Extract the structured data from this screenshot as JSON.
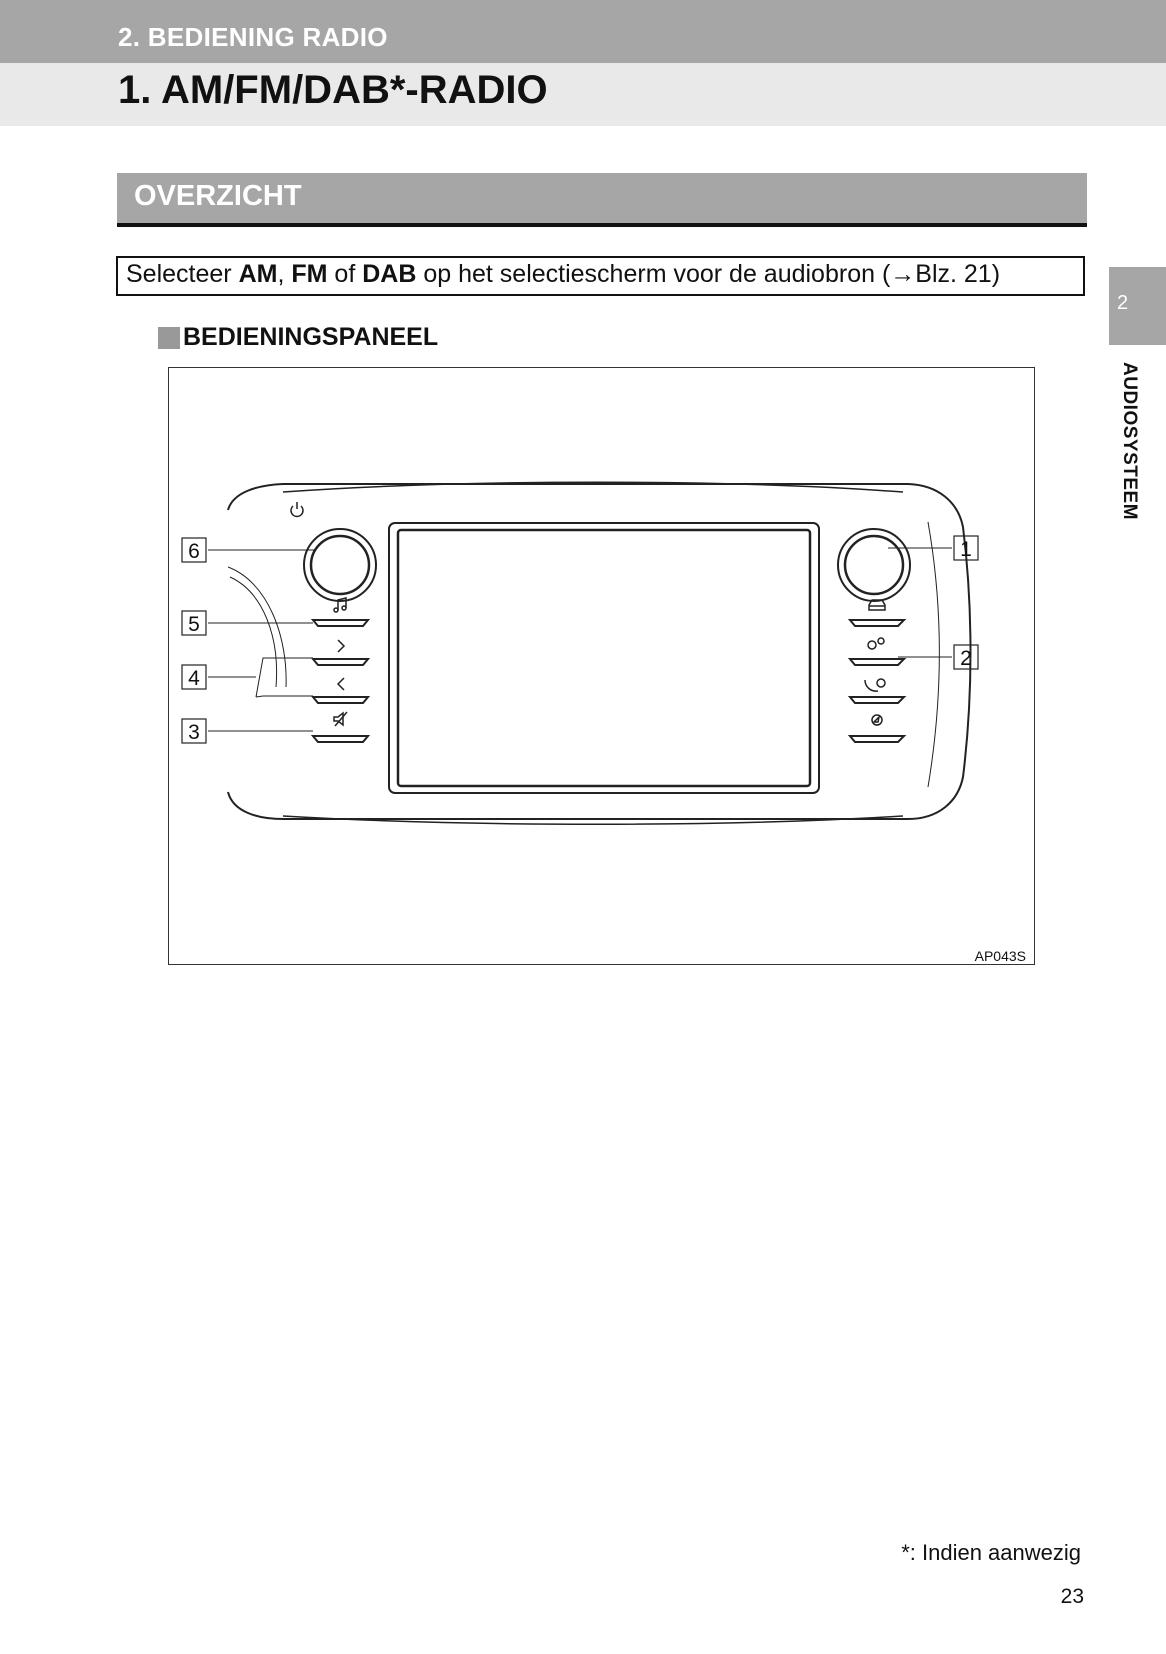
{
  "header": {
    "section": "2. BEDIENING RADIO",
    "title": "1. AM/FM/DAB*-RADIO"
  },
  "side_tab": {
    "number": "2",
    "label": "AUDIOSYSTEEM"
  },
  "overview": {
    "heading": "OVERZICHT"
  },
  "note": {
    "prefix": "Selecteer ",
    "am": "AM",
    "sep1": ", ",
    "fm": "FM",
    "sep2": " of ",
    "dab": "DAB",
    "suffix": " op het selectiescherm voor de audiobron (→Blz. 21)"
  },
  "panel": {
    "heading": "BEDIENINGSPANEEL",
    "callouts": [
      "1",
      "2",
      "3",
      "4",
      "5",
      "6"
    ],
    "figure_code": "AP043S",
    "icons": {
      "left": [
        "power-icon",
        "music-note-icon",
        "seek-forward-icon",
        "seek-back-icon",
        "mute-icon"
      ],
      "right": [
        "car-icon",
        "settings-gears-icon",
        "phone-icon",
        "navigation-icon"
      ]
    }
  },
  "footnote": "*: Indien aanwezig",
  "page_number": "23",
  "colors": {
    "header_dark": "#a6a6a6",
    "header_light": "#e9e9e9",
    "text": "#111111"
  }
}
